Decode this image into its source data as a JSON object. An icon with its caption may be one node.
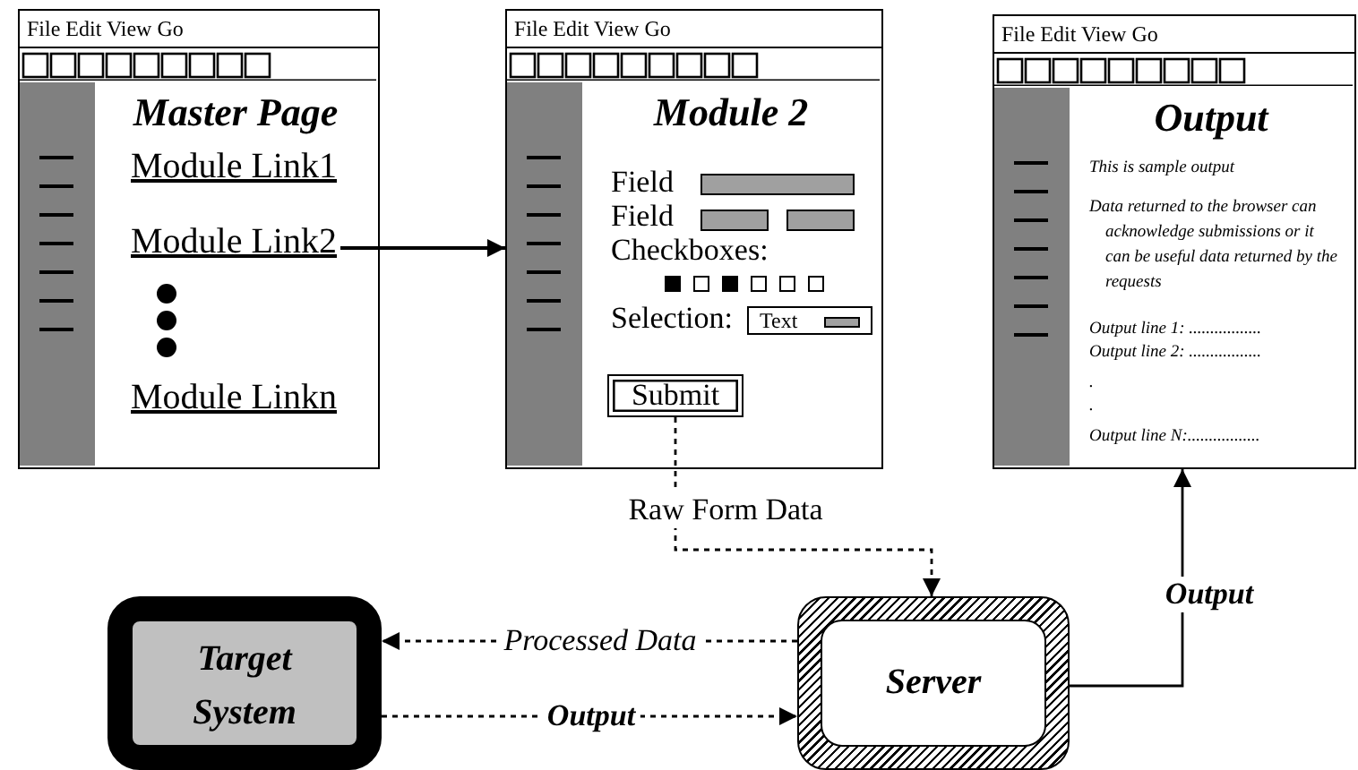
{
  "diagram": {
    "nodes": [
      {
        "text": [
          "File Edit View Go",
          "Master Page"
        ]
      },
      {
        "text": [
          "Module Link1"
        ],
        "in": 0
      },
      {
        "text": [
          "Module Link2"
        ],
        "in": 0
      },
      {
        "text": [
          "Module Linkn"
        ],
        "in": 0
      },
      {
        "text": [
          "File Edit View Go",
          "Module 2"
        ]
      },
      {
        "text": [
          "Submit"
        ],
        "in": 4
      },
      {
        "text": [
          "File Edit View Go",
          "Output",
          "This is sample output",
          "Data returned to the browser can acknowledge submissions or it can be useful data returned by the requests",
          "Output line 1: .................",
          "Output line 2: .................",
          ".",
          ".",
          "Output line N:................."
        ]
      },
      {
        "text": [
          "Target System"
        ]
      },
      {
        "text": [
          "Server"
        ]
      }
    ],
    "edges": [
      {
        "from": 2,
        "to": 4,
        "arrow": "to"
      },
      {
        "from": 5,
        "to": 8,
        "arrow": "to",
        "label": "Raw Form Data",
        "style": "dashed"
      },
      {
        "from": 8,
        "to": 7,
        "arrow": "to",
        "label": "Processed Data",
        "style": "dashed"
      },
      {
        "from": 7,
        "to": 8,
        "arrow": "to",
        "label": "Output",
        "style": "dashed"
      },
      {
        "from": 8,
        "to": 6,
        "arrow": "to",
        "label": "Output"
      }
    ],
    "labels": [
      "Field",
      "Field",
      "Checkboxes:",
      "Selection:",
      "Text"
    ]
  }
}
